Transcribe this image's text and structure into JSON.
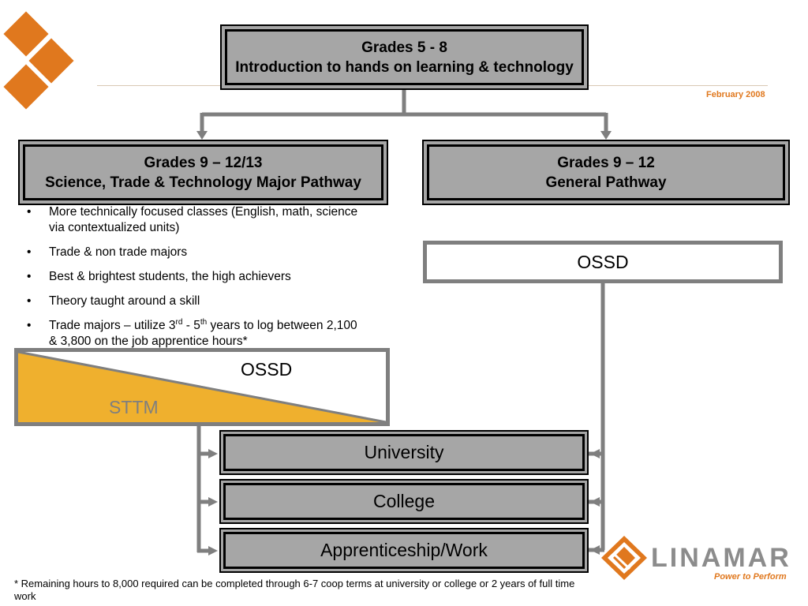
{
  "header": {
    "date": "February 2008"
  },
  "top_box": {
    "line1": "Grades 5 - 8",
    "line2": "Introduction to hands on learning & technology"
  },
  "left_box": {
    "line1": "Grades 9 – 12/13",
    "line2": "Science, Trade & Technology Major Pathway"
  },
  "right_box": {
    "line1": "Grades 9 – 12",
    "line2": "General Pathway"
  },
  "bullets": [
    "More technically focused classes (English, math, science via contextualized units)",
    "Trade & non trade majors",
    "Best & brightest students, the high achievers",
    "Theory taught around a skill"
  ],
  "bullet5": {
    "part1": "Trade majors – utilize 3",
    "sup1": "rd",
    "part2": " - 5",
    "sup2": "th",
    "part3": " years to log between 2,100 & 3,800 on the job apprentice hours*"
  },
  "ossd_right": "OSSD",
  "triangle": {
    "ossd": "OSSD",
    "sttm": "STTM"
  },
  "destinations": {
    "university": "University",
    "college": "College",
    "apprenticeship": "Apprenticeship/Work"
  },
  "footnote": "* Remaining hours to 8,000 required can be completed through 6-7 coop terms at university or college or 2 years of full time work",
  "logo": {
    "name": "LINAMAR",
    "tagline": "Power to Perform"
  },
  "colors": {
    "orange": "#e0781e",
    "box_grey": "#a6a6a6",
    "line_grey": "#7f7f7f",
    "gold": "#efb02e"
  }
}
